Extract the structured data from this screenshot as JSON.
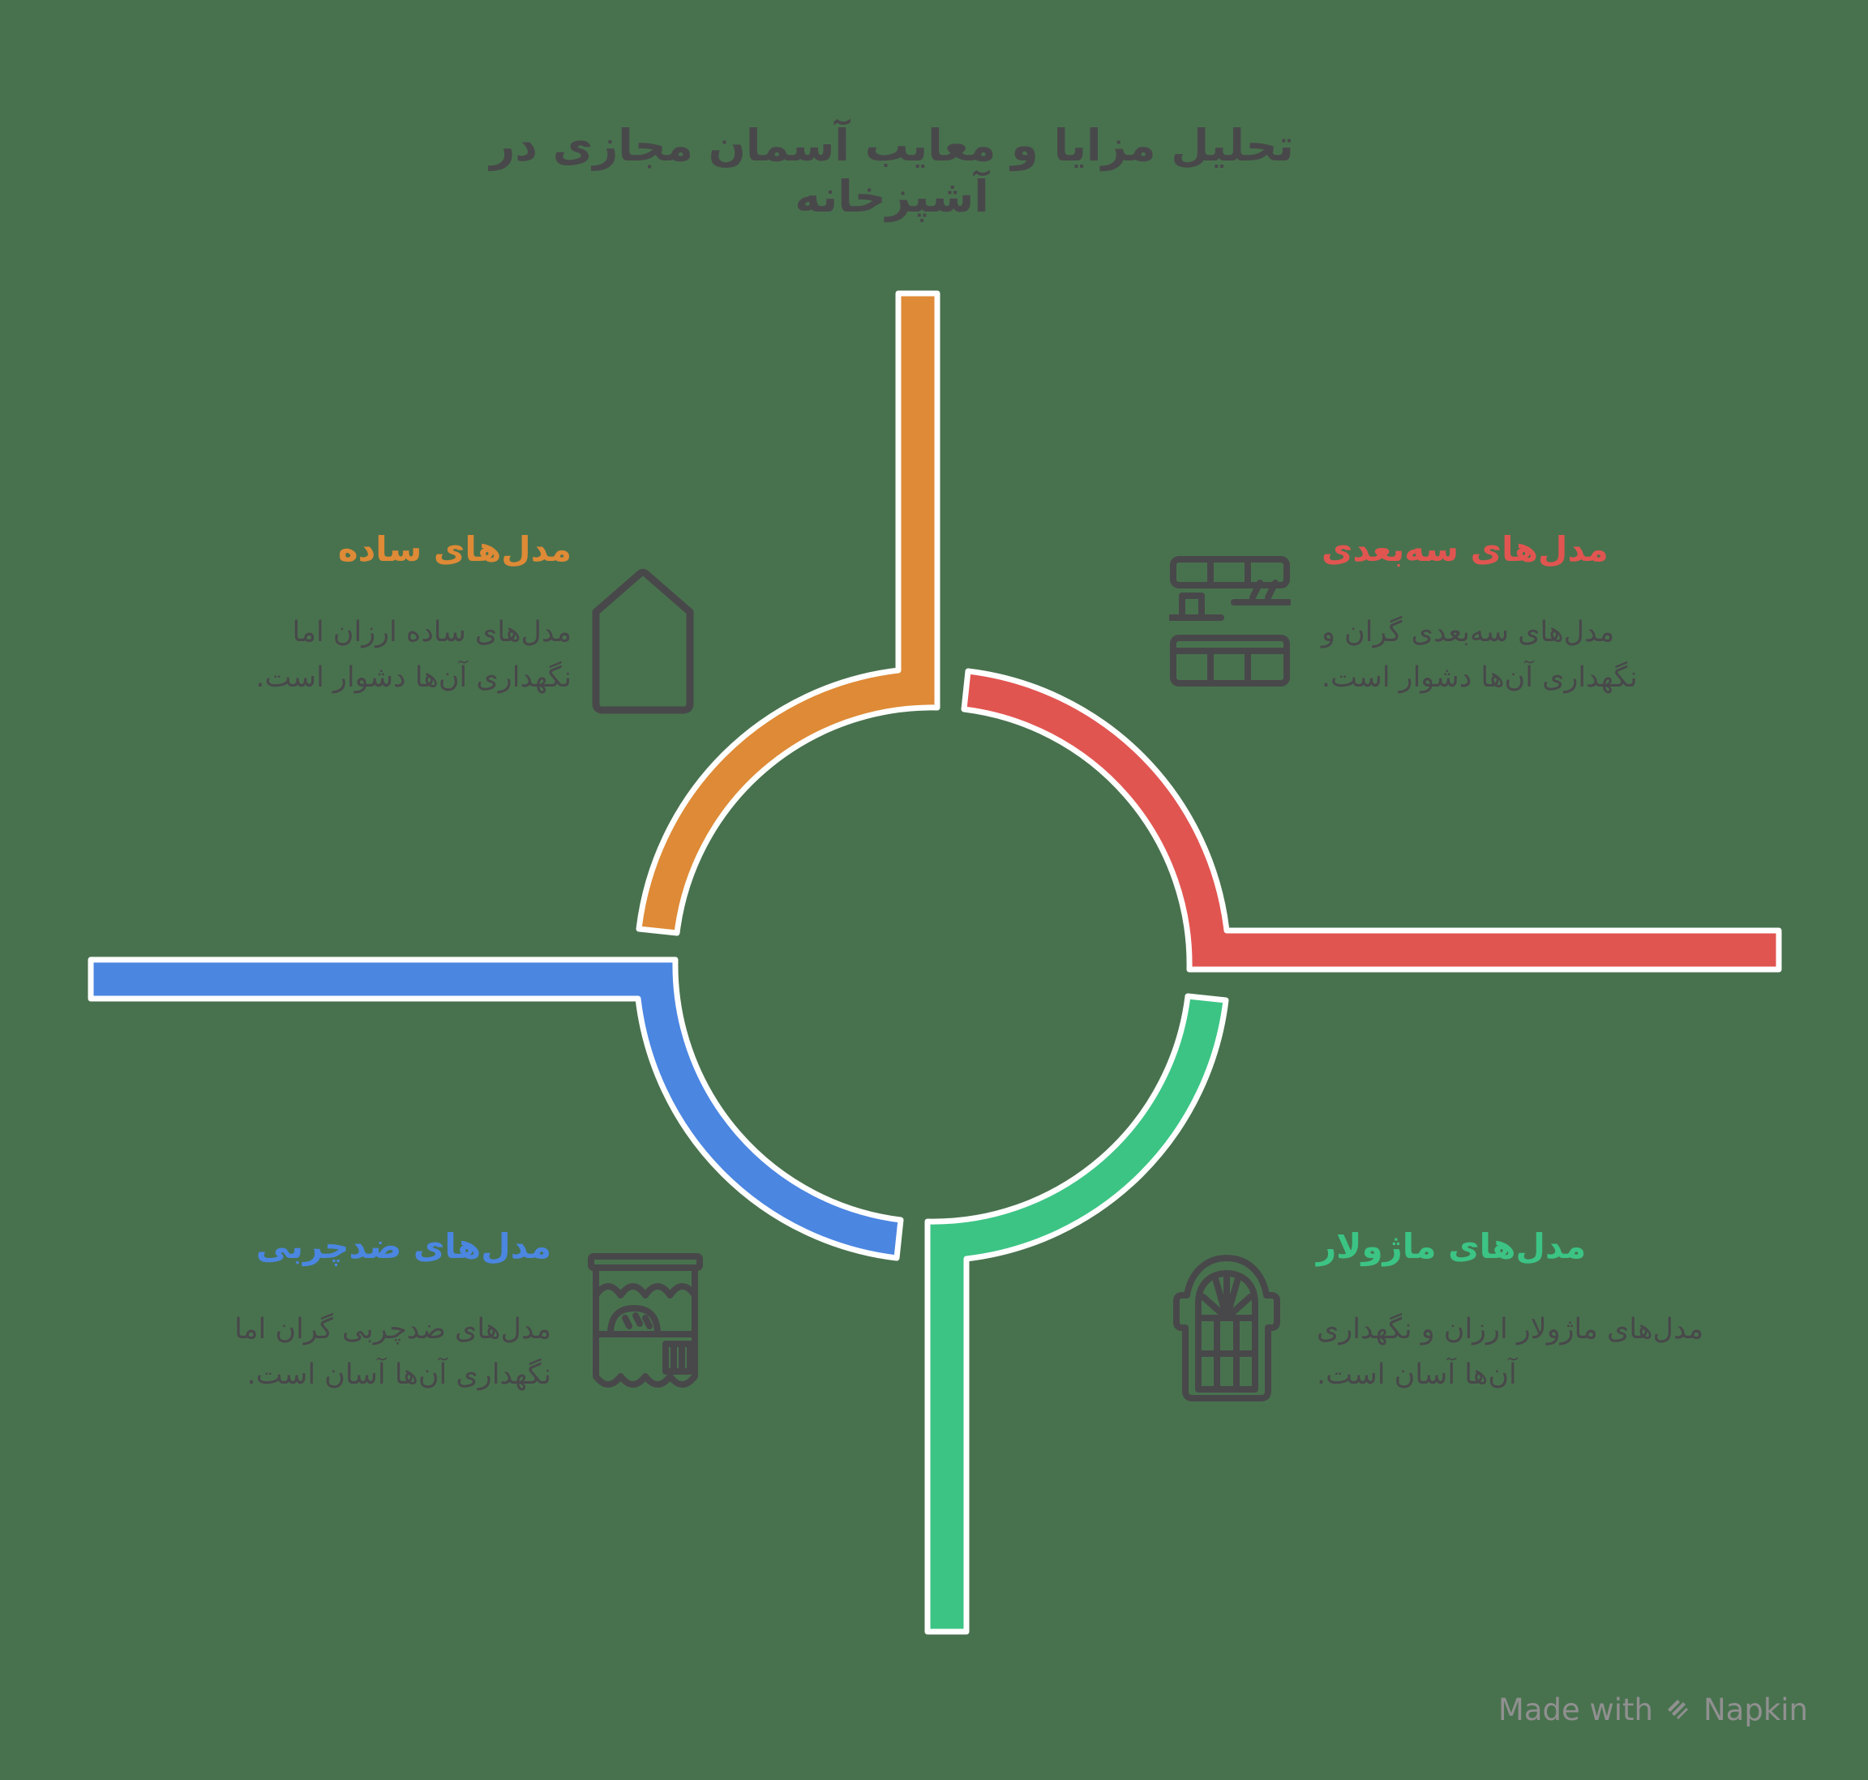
{
  "title": "تحلیل مزایا و معایب آسمان مجازی در آشپزخانه",
  "sections": [
    {
      "id": "simple-models",
      "position": "top-left",
      "heading": "مدل‌های ساده",
      "body": "مدل‌های ساده ارزان اما\nنگهداری آن‌ها دشوار است.",
      "color": "#de8a36",
      "icon": "house-icon"
    },
    {
      "id": "three-d-models",
      "position": "top-right",
      "heading": "مدل‌های سه‌بعدی",
      "body": "مدل‌های سه‌بعدی گران و\nنگهداری آن‌ها دشوار است.",
      "color": "#e15551",
      "icon": "kitchen-cabinets-icon"
    },
    {
      "id": "anti-grease-models",
      "position": "bottom-left",
      "heading": "مدل‌های ضدچربی",
      "body": "مدل‌های ضدچربی گران اما\nنگهداری آن‌ها آسان است.",
      "color": "#4b86e1",
      "icon": "bakery-stall-icon"
    },
    {
      "id": "modular-models",
      "position": "bottom-right",
      "heading": "مدل‌های ماژولار",
      "body": "مدل‌های ماژولار ارزان و نگهداری\nآن‌ها آسان است.",
      "color": "#3cc485",
      "icon": "arched-window-icon"
    }
  ],
  "colors": {
    "background": "#48724e",
    "text": "#48484a",
    "icon_stroke": "#48484a",
    "diagram_outline": "#ffffff",
    "watermark": "#909090"
  },
  "watermark": {
    "made_with": "Made with",
    "brand": "Napkin"
  }
}
